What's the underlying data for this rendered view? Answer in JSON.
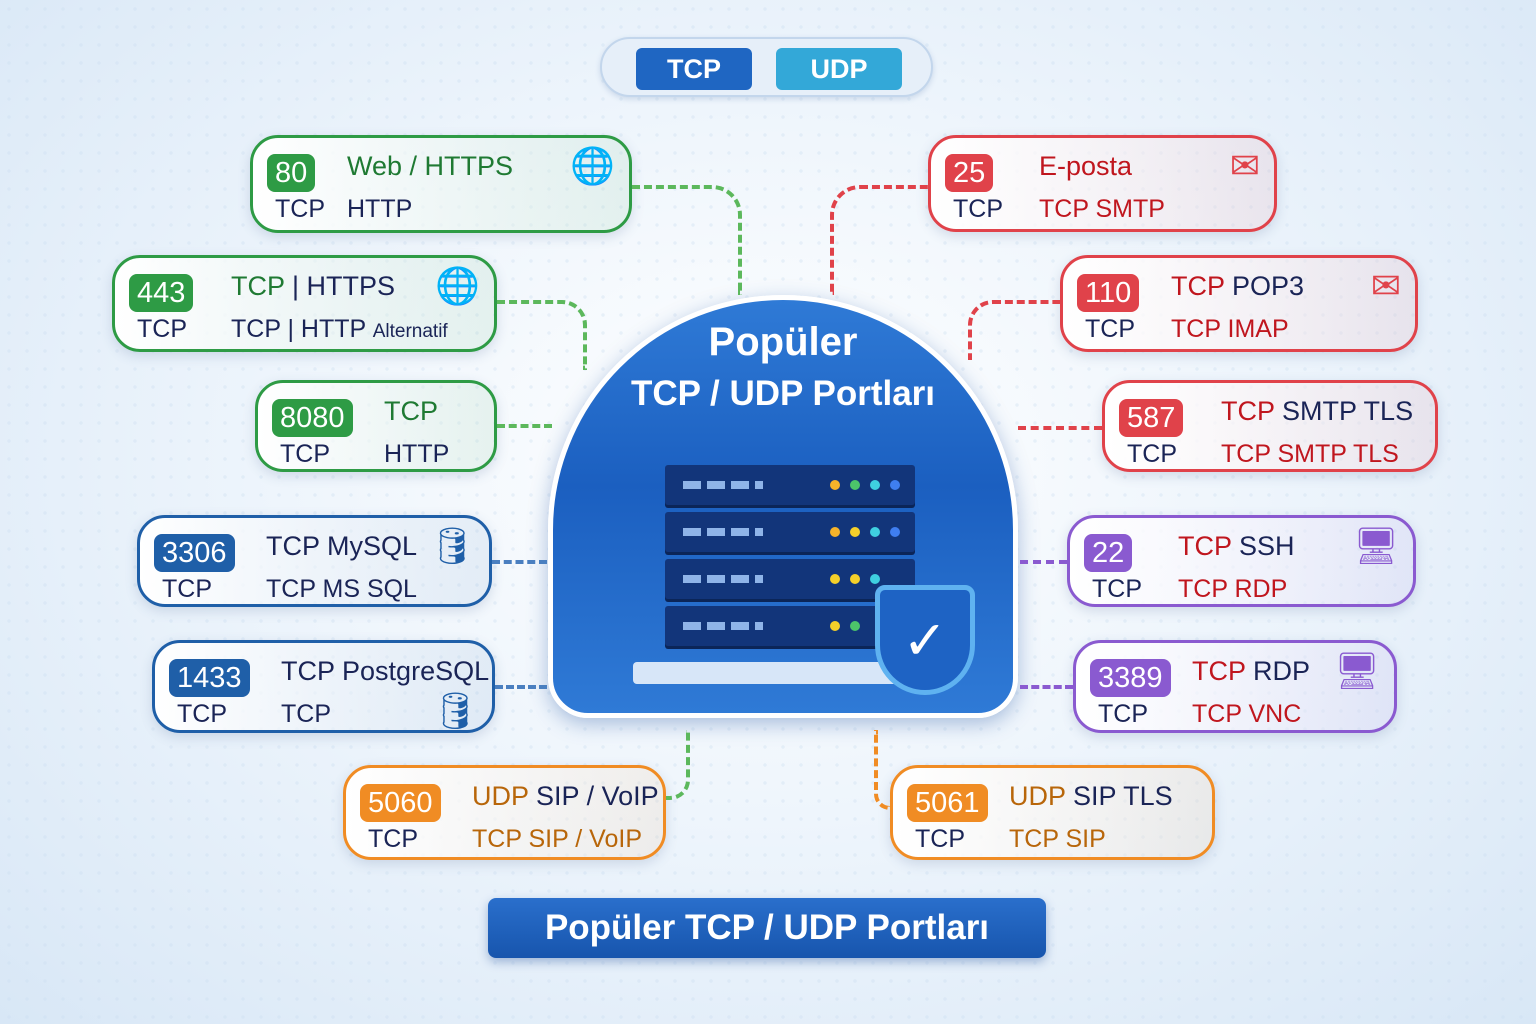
{
  "toggle": {
    "tcp": "TCP",
    "udp": "UDP"
  },
  "center": {
    "title_line1": "Popüler",
    "title_line2": "TCP / UDP Portları"
  },
  "banner": "Popüler TCP / UDP Portları",
  "colors": {
    "green": "#2e9b45",
    "red": "#e0424a",
    "blue": "#1f5fa8",
    "purple": "#8a5ad0",
    "orange": "#f08c24",
    "navy": "#1a2456"
  },
  "cards": [
    {
      "port": "80",
      "theme": "green",
      "l1a": "Web / HTTPS",
      "l1b": "",
      "l2a": "TCP",
      "l2b": "HTTP",
      "l2c": "",
      "icon": "globe-icon",
      "glyph": "🌐"
    },
    {
      "port": "443",
      "theme": "green",
      "l1a": "TCP",
      "l1b": "| HTTPS",
      "l2a": "TCP",
      "l2b": "TCP | HTTP",
      "l2c": "Alternatif",
      "icon": "globe-icon",
      "glyph": "🌐"
    },
    {
      "port": "8080",
      "theme": "green",
      "l1a": "TCP",
      "l1b": "",
      "l2a": "TCP",
      "l2b": "HTTP",
      "l2c": "",
      "icon": "",
      "glyph": ""
    },
    {
      "port": "3306",
      "theme": "blue",
      "l1a": "TCP",
      "l1b": "MySQL",
      "l2a": "TCP",
      "l2b": "TCP MS SQL",
      "l2c": "",
      "icon": "database-icon",
      "glyph": "🛢"
    },
    {
      "port": "1433",
      "theme": "blue",
      "l1a": "TCP",
      "l1b": "PostgreSQL",
      "l2a": "TCP",
      "l2b": "TCP",
      "l2c": "",
      "icon": "database-icon",
      "glyph": "🛢"
    },
    {
      "port": "5060",
      "theme": "orange",
      "l1a": "UDP",
      "l1b": "SIP / VoIP",
      "l2a": "TCP",
      "l2b": "TCP SIP / VoIP",
      "l2c": "",
      "icon": "",
      "glyph": ""
    },
    {
      "port": "25",
      "theme": "red",
      "l1a": "E-posta",
      "l1b": "",
      "l2a": "TCP",
      "l2b": "TCP SMTP",
      "l2c": "",
      "icon": "mail-icon",
      "glyph": "✉"
    },
    {
      "port": "110",
      "theme": "red",
      "l1a": "TCP",
      "l1b": "POP3",
      "l2a": "TCP",
      "l2b": "TCP IMAP",
      "l2c": "",
      "icon": "mail-icon",
      "glyph": "✉"
    },
    {
      "port": "587",
      "theme": "red",
      "l1a": "TCP",
      "l1b": "SMTP TLS",
      "l2a": "TCP",
      "l2b": "TCP SMTP TLS",
      "l2c": "",
      "icon": "",
      "glyph": ""
    },
    {
      "port": "22",
      "theme": "purple",
      "l1a": "TCP",
      "l1b": "SSH",
      "l2a": "TCP",
      "l2b": "TCP RDP",
      "l2c": "",
      "icon": "remote-desktop-icon",
      "glyph": "🖥"
    },
    {
      "port": "3389",
      "theme": "purple",
      "l1a": "TCP",
      "l1b": "RDP",
      "l2a": "TCP",
      "l2b": "TCP VNC",
      "l2c": "",
      "icon": "monitor-icon",
      "glyph": "🖥"
    },
    {
      "port": "5061",
      "theme": "orange",
      "l1a": "UDP",
      "l1b": "SIP TLS",
      "l2a": "TCP",
      "l2b": "TCP SIP",
      "l2c": "",
      "icon": "",
      "glyph": ""
    }
  ]
}
